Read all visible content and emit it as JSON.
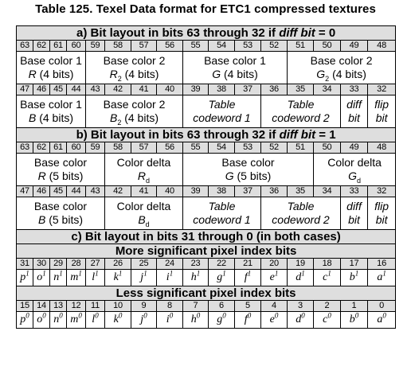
{
  "title": "Table 125. Texel Data format for ETC1 compressed textures",
  "section_a": {
    "header_prefix": "a) Bit layout in bits 63 through 32 if ",
    "header_italic": "diff bit",
    "header_suffix": " = 0",
    "row1_bits": [
      "63",
      "62",
      "61",
      "60",
      "59",
      "58",
      "57",
      "56",
      "55",
      "54",
      "53",
      "52",
      "51",
      "50",
      "49",
      "48"
    ],
    "row1_fields": [
      {
        "l1": "Base color 1",
        "l2": "R",
        "l2s": "",
        "l2r": " (4 bits)"
      },
      {
        "l1": "Base color 2",
        "l2": "R",
        "l2s": "2",
        "l2r": " (4 bits)"
      },
      {
        "l1": "Base color 1",
        "l2": "G",
        "l2s": "",
        "l2r": " (4 bits)"
      },
      {
        "l1": "Base color 2",
        "l2": "G",
        "l2s": "2",
        "l2r": " (4 bits)"
      }
    ],
    "row2_bits": [
      "47",
      "46",
      "45",
      "44",
      "43",
      "42",
      "41",
      "40",
      "39",
      "38",
      "37",
      "36",
      "35",
      "34",
      "33",
      "32"
    ],
    "row2_fields": [
      {
        "l1": "Base color 1",
        "l2": "B",
        "l2s": "",
        "l2r": " (4 bits)"
      },
      {
        "l1": "Base color 2",
        "l2": "B",
        "l2s": "2",
        "l2r": " (4 bits)"
      },
      {
        "l1": "Table",
        "l2": "codeword 1"
      },
      {
        "l1": "Table",
        "l2": "codeword 2"
      },
      {
        "l1": "diff",
        "l2": "bit"
      },
      {
        "l1": "flip",
        "l2": "bit"
      }
    ]
  },
  "section_b": {
    "header_prefix": "b) Bit layout in bits 63 through 32 if ",
    "header_italic": "diff bit",
    "header_suffix": " = 1",
    "row1_bits": [
      "63",
      "62",
      "61",
      "60",
      "59",
      "58",
      "57",
      "56",
      "55",
      "54",
      "53",
      "52",
      "51",
      "50",
      "49",
      "48"
    ],
    "row1_fields": [
      {
        "l1": "Base color",
        "l2": "R",
        "l2r": " (5 bits)"
      },
      {
        "l1": "Color delta",
        "l2": "R",
        "l2s": "d"
      },
      {
        "l1": "Base color",
        "l2": "G",
        "l2r": " (5 bits)"
      },
      {
        "l1": "Color delta",
        "l2": "G",
        "l2s": "d"
      }
    ],
    "row2_bits": [
      "47",
      "46",
      "45",
      "44",
      "43",
      "42",
      "41",
      "40",
      "39",
      "38",
      "37",
      "36",
      "35",
      "34",
      "33",
      "32"
    ],
    "row2_fields": [
      {
        "l1": "Base color",
        "l2": "B",
        "l2r": " (5 bits)"
      },
      {
        "l1": "Color delta",
        "l2": "B",
        "l2s": "d"
      },
      {
        "l1": "Table",
        "l2": "codeword 1"
      },
      {
        "l1": "Table",
        "l2": "codeword 2"
      },
      {
        "l1": "diff",
        "l2": "bit"
      },
      {
        "l1": "flip",
        "l2": "bit"
      }
    ]
  },
  "section_c": {
    "header": "c) Bit layout in bits 31 through 0 (in both cases)",
    "msb_header": "More significant pixel index bits",
    "msb_bits": [
      "31",
      "30",
      "29",
      "28",
      "27",
      "26",
      "25",
      "24",
      "23",
      "22",
      "21",
      "20",
      "19",
      "18",
      "17",
      "16"
    ],
    "msb_letters": [
      "p",
      "o",
      "n",
      "m",
      "l",
      "k",
      "j",
      "i",
      "h",
      "g",
      "f",
      "e",
      "d",
      "c",
      "b",
      "a"
    ],
    "msb_sup": "1",
    "lsb_header": "Less significant pixel index bits",
    "lsb_bits": [
      "15",
      "14",
      "13",
      "12",
      "11",
      "10",
      "9",
      "8",
      "7",
      "6",
      "5",
      "4",
      "3",
      "2",
      "1",
      "0"
    ],
    "lsb_letters": [
      "p",
      "o",
      "n",
      "m",
      "l",
      "k",
      "j",
      "i",
      "h",
      "g",
      "f",
      "e",
      "d",
      "c",
      "b",
      "a"
    ],
    "lsb_sup": "0"
  }
}
